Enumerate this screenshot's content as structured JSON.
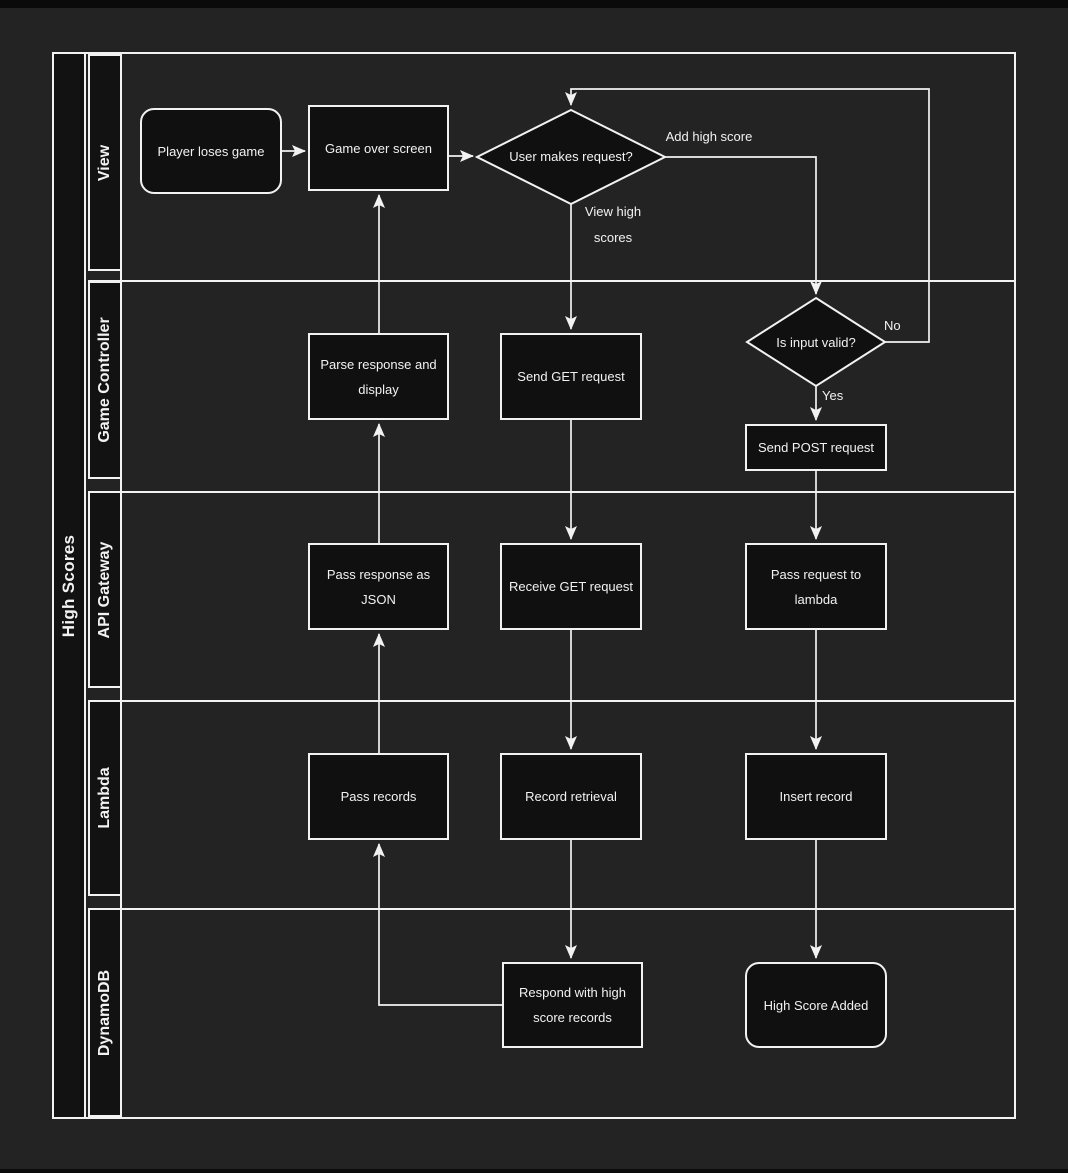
{
  "diagram_title": "High Scores",
  "colors": {
    "page_background": "#232323",
    "edge_band": "#0a0a0a",
    "lane_header_fill": "#121212",
    "node_fill": "#101010",
    "stroke": "#f2f2f2",
    "text": "#f2f2f2"
  },
  "lanes": [
    {
      "label": "View"
    },
    {
      "label": "Game Controller"
    },
    {
      "label": "API Gateway"
    },
    {
      "label": "Lambda"
    },
    {
      "label": "DynamoDB"
    }
  ],
  "nodes": {
    "player_loses_game": {
      "label": "Player loses game",
      "shape": "rounded-rect",
      "lane": "View"
    },
    "game_over_screen": {
      "label": "Game over screen",
      "shape": "rect",
      "lane": "View"
    },
    "user_makes_request": {
      "label": "User makes request?",
      "shape": "diamond",
      "lane": "View"
    },
    "parse_response": {
      "label": "Parse response and display",
      "shape": "rect",
      "lane": "Game Controller"
    },
    "send_get_request": {
      "label": "Send GET request",
      "shape": "rect",
      "lane": "Game Controller"
    },
    "is_input_valid": {
      "label": "Is input valid?",
      "shape": "diamond",
      "lane": "Game Controller"
    },
    "send_post_request": {
      "label": "Send POST request",
      "shape": "rect",
      "lane": "Game Controller"
    },
    "pass_response_json": {
      "label": "Pass response as JSON",
      "shape": "rect",
      "lane": "API Gateway"
    },
    "receive_get_request": {
      "label": "Receive GET request",
      "shape": "rect",
      "lane": "API Gateway"
    },
    "pass_request_lambda": {
      "label": "Pass request to lambda",
      "shape": "rect",
      "lane": "API Gateway"
    },
    "pass_records": {
      "label": "Pass records",
      "shape": "rect",
      "lane": "Lambda"
    },
    "record_retrieval": {
      "label": "Record retrieval",
      "shape": "rect",
      "lane": "Lambda"
    },
    "insert_record": {
      "label": "Insert record",
      "shape": "rect",
      "lane": "Lambda"
    },
    "respond_records": {
      "label": "Respond with high score records",
      "shape": "rect",
      "lane": "DynamoDB"
    },
    "high_score_added": {
      "label": "High Score Added",
      "shape": "rounded-rect",
      "lane": "DynamoDB"
    }
  },
  "edge_labels": {
    "add_high_score": "Add high score",
    "view_high_scores": "View high scores",
    "yes": "Yes",
    "no": "No"
  }
}
